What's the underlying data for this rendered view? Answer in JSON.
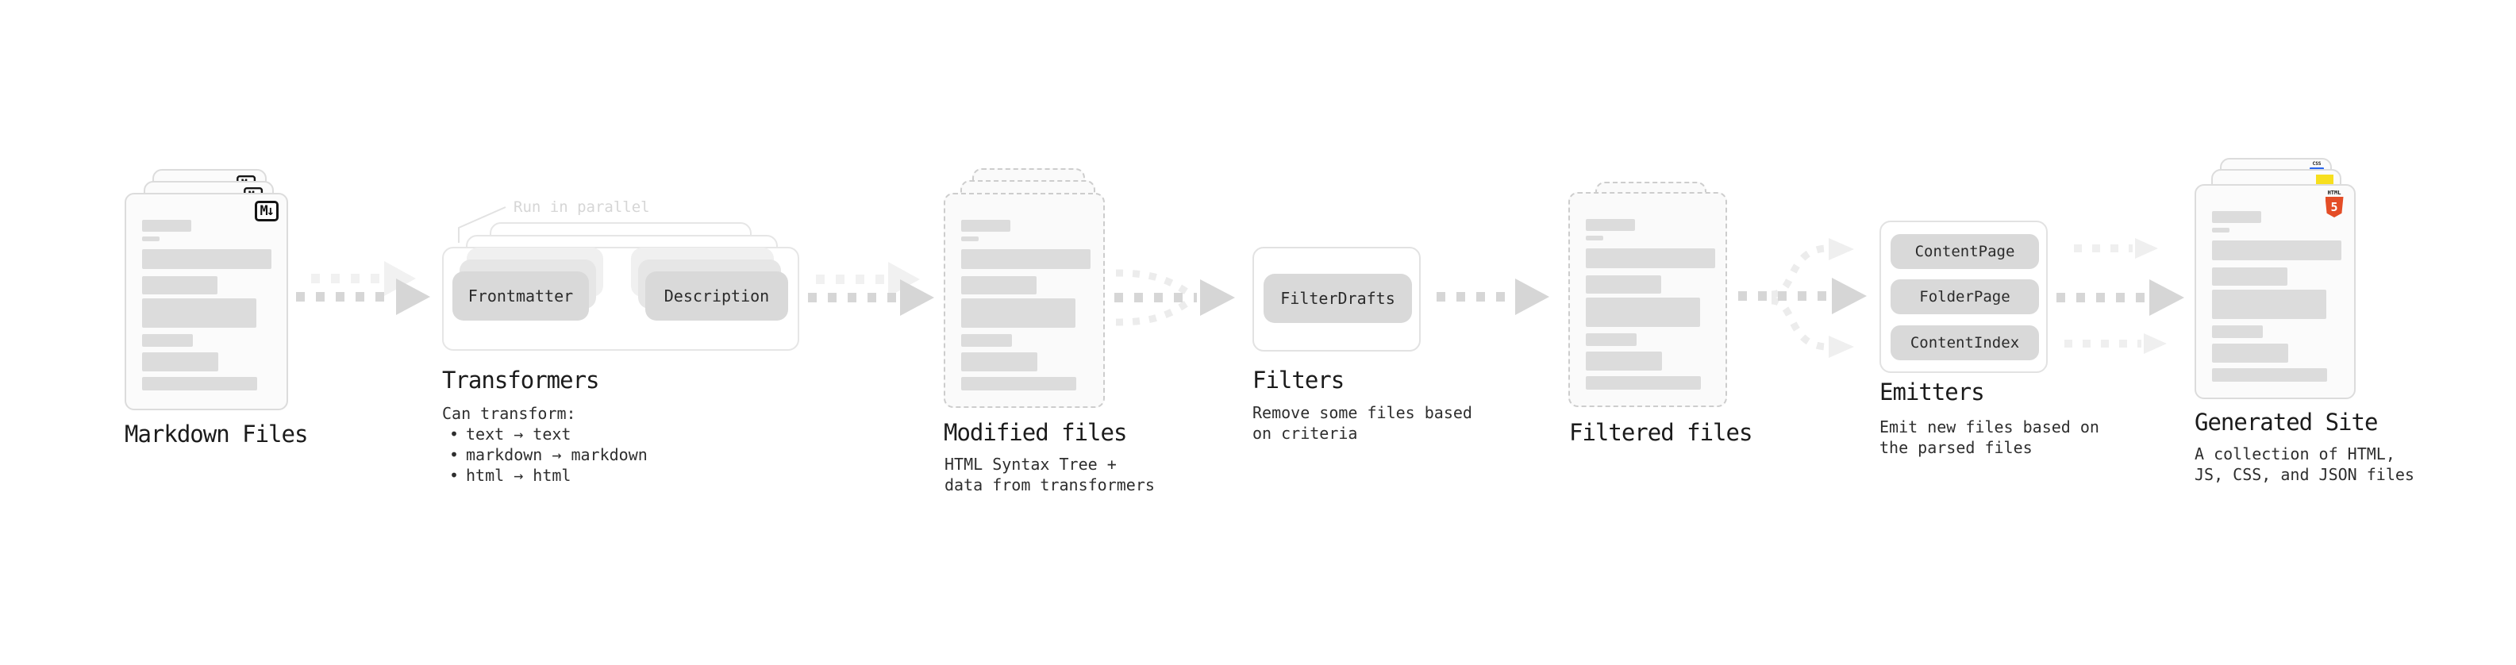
{
  "diagram": {
    "stage1": {
      "label": "Markdown Files",
      "badge": "M↓"
    },
    "stage2": {
      "label": "Transformers",
      "note": "Run in parallel",
      "pill_left": "Frontmatter",
      "pill_right": "Description",
      "desc_heading": "Can transform:",
      "bullet_char": "•",
      "bullets": [
        "text → text",
        "markdown → markdown",
        "html → html"
      ]
    },
    "stage3": {
      "label": "Modified files",
      "desc": [
        "HTML Syntax Tree +",
        "data from transformers"
      ]
    },
    "stage4": {
      "label": "Filters",
      "pill": "FilterDrafts",
      "desc": [
        "Remove some files based",
        "on criteria"
      ]
    },
    "stage5": {
      "label": "Filtered files"
    },
    "stage6": {
      "label": "Emitters",
      "pills": [
        "ContentPage",
        "FolderPage",
        "ContentIndex"
      ],
      "desc": [
        "Emit new files based on",
        "the parsed files"
      ]
    },
    "stage7": {
      "label": "Generated Site",
      "desc": [
        "A collection of HTML,",
        "JS, CSS, and JSON files"
      ],
      "badges": {
        "css_label": "CSS",
        "html_label": "HTML",
        "html_number": "5"
      }
    }
  },
  "colors": {
    "background": "#ffffff",
    "card_fill": "#fbfbfb",
    "card_border": "#dcdcdc",
    "dashed_border": "#cdcdcd",
    "content_bar": "#dcdcdc",
    "pill_fill": "#d9d9d9",
    "pill_ghost1": "#e6e6e6",
    "pill_ghost2": "#f0f0f0",
    "box_border": "#e4e4e4",
    "arrow_dark": "#d6d6d6",
    "arrow_light": "#efefef",
    "heading_text": "#1b1b1b",
    "body_text": "#2e2e2e",
    "note_text": "#d6d6d6",
    "html5_orange": "#e44d26",
    "js_yellow": "#f7df1e",
    "css_blue": "#2965f1"
  }
}
